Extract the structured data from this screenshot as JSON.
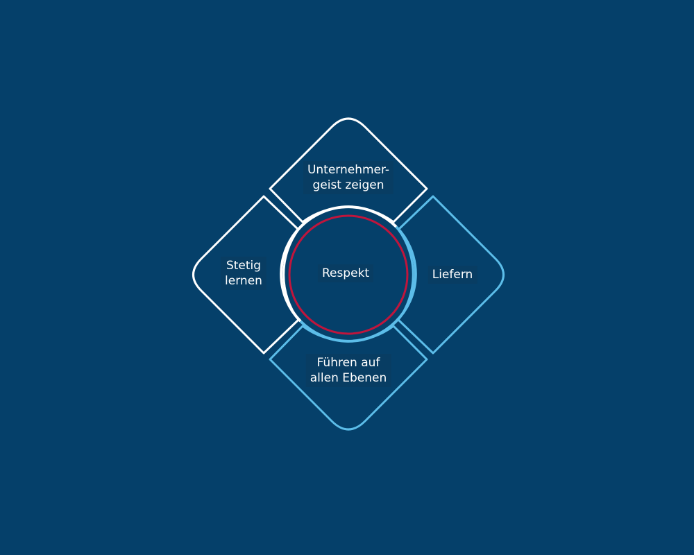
{
  "colors": {
    "background": "#05406a",
    "white_outline": "#ffffff",
    "light_blue_outline": "#5cbde9",
    "red_ring": "#c0153c"
  },
  "center": {
    "label": "Respekt"
  },
  "segments": {
    "top": {
      "label": "Unternehmer-\ngeist zeigen",
      "outline": "white"
    },
    "left": {
      "label": "Stetig\nlernen",
      "outline": "white"
    },
    "right": {
      "label": "Liefern",
      "outline": "light_blue"
    },
    "bottom": {
      "label": "Führen auf\nallen Ebenen",
      "outline": "light_blue"
    }
  }
}
